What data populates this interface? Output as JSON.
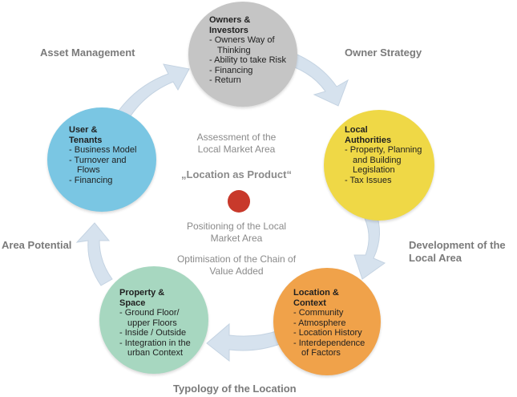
{
  "colors": {
    "owners": "#c5c5c5",
    "local_authorities": "#efd846",
    "location_context": "#f0a24a",
    "property_space": "#a7d7c0",
    "user_tenants": "#7ac6e3",
    "arrow": "#d6e2ee",
    "center_dot": "#c8392b"
  },
  "nodes": {
    "owners": {
      "title": "Owners &\nInvestors",
      "items": [
        "Owners Way of\nThinking",
        "Ability to take Risk",
        "Financing",
        "Return"
      ]
    },
    "local_authorities": {
      "title": "Local\nAuthorities",
      "items": [
        "Property, Planning\nand Building\nLegislation",
        "Tax Issues"
      ]
    },
    "location_context": {
      "title": "Location &\nContext",
      "items": [
        "Community",
        "Atmosphere",
        "Location History",
        "Interdependence\nof Factors"
      ]
    },
    "property_space": {
      "title": "Property &\nSpace",
      "items": [
        "Ground Floor/\nupper Floors",
        "Inside / Outside",
        "Integration in the\nurban Context"
      ]
    },
    "user_tenants": {
      "title": "User &\nTenants",
      "items": [
        "Business Model",
        "Turnover and\nFlows",
        "Financing"
      ]
    }
  },
  "outer_labels": {
    "asset_management": "Asset Management",
    "owner_strategy": "Owner Strategy",
    "development": "Development of the\nLocal Area",
    "typology": "Typology of the Location",
    "area_potential": "Area Potential"
  },
  "center": {
    "assessment": "Assessment of the\nLocal Market Area",
    "title": "„Location as Product“",
    "positioning": "Positioning of the Local\nMarket Area",
    "optimisation": "Optimisation of the Chain of\nValue Added"
  }
}
